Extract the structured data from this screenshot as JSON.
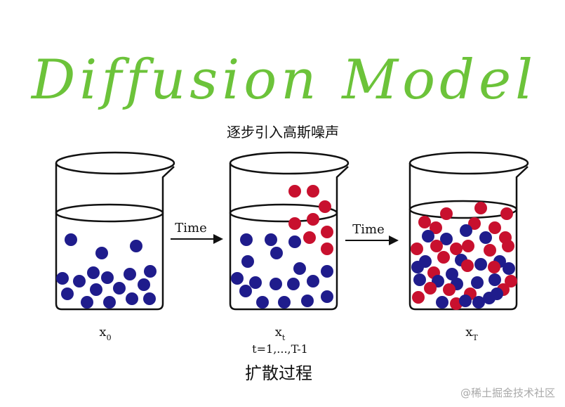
{
  "title": "Diffusion Model",
  "subtitle": "逐步引入高斯噪声",
  "process_label": "扩散过程",
  "arrows": [
    {
      "label": "Time"
    },
    {
      "label": "Time"
    }
  ],
  "beakers": [
    {
      "label_main": "x",
      "label_sub": "0",
      "label_extra": ""
    },
    {
      "label_main": "x",
      "label_sub": "t",
      "label_extra": "t=1,...,T-1"
    },
    {
      "label_main": "x",
      "label_sub": "T",
      "label_extra": ""
    }
  ],
  "watermark": "@稀土掘金技术社区",
  "colors": {
    "title": "#6cc33a",
    "blue_particle": "#1f1c8c",
    "red_particle": "#c8102e",
    "line": "#111111"
  }
}
